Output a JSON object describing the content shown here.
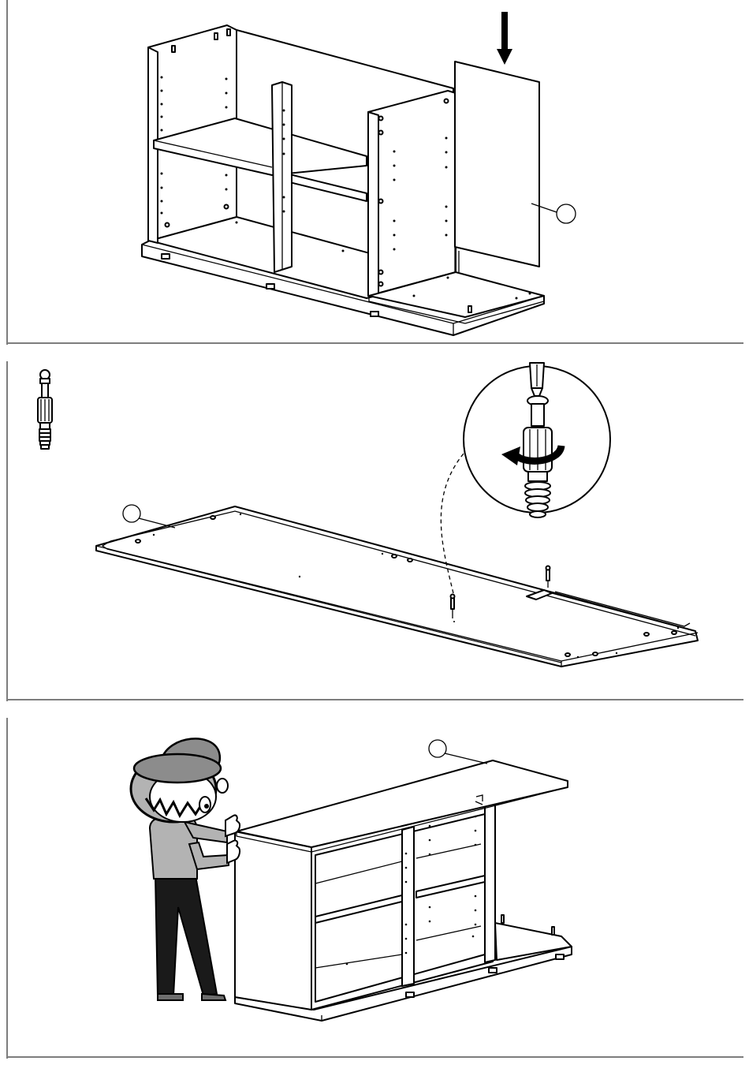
{
  "page": {
    "steps": [
      {
        "id": "step-1",
        "illustration": "insert-side-panel-into-cabinet",
        "icons": [
          "down-arrow-icon"
        ],
        "callouts": [
          {
            "label": ""
          }
        ]
      },
      {
        "id": "step-2",
        "illustration": "insert-cam-dowels-into-top-panel",
        "icons": [
          "cam-dowel-icon",
          "screwdriver-icon",
          "rotate-arrow-icon",
          "zoom-detail-circle"
        ],
        "callouts": [
          {
            "label": ""
          }
        ]
      },
      {
        "id": "step-3",
        "illustration": "person-places-top-panel-on-cabinet",
        "icons": [
          "person-figure"
        ],
        "callouts": [
          {
            "label": ""
          }
        ]
      }
    ],
    "colors": {
      "line": "#000000",
      "frame": "#7d7d7d",
      "fill_light": "#ffffff",
      "fill_person": "#b3b3b3",
      "fill_person_dark": "#1a1a1a",
      "fill_shoe": "#6e6e6e"
    }
  }
}
